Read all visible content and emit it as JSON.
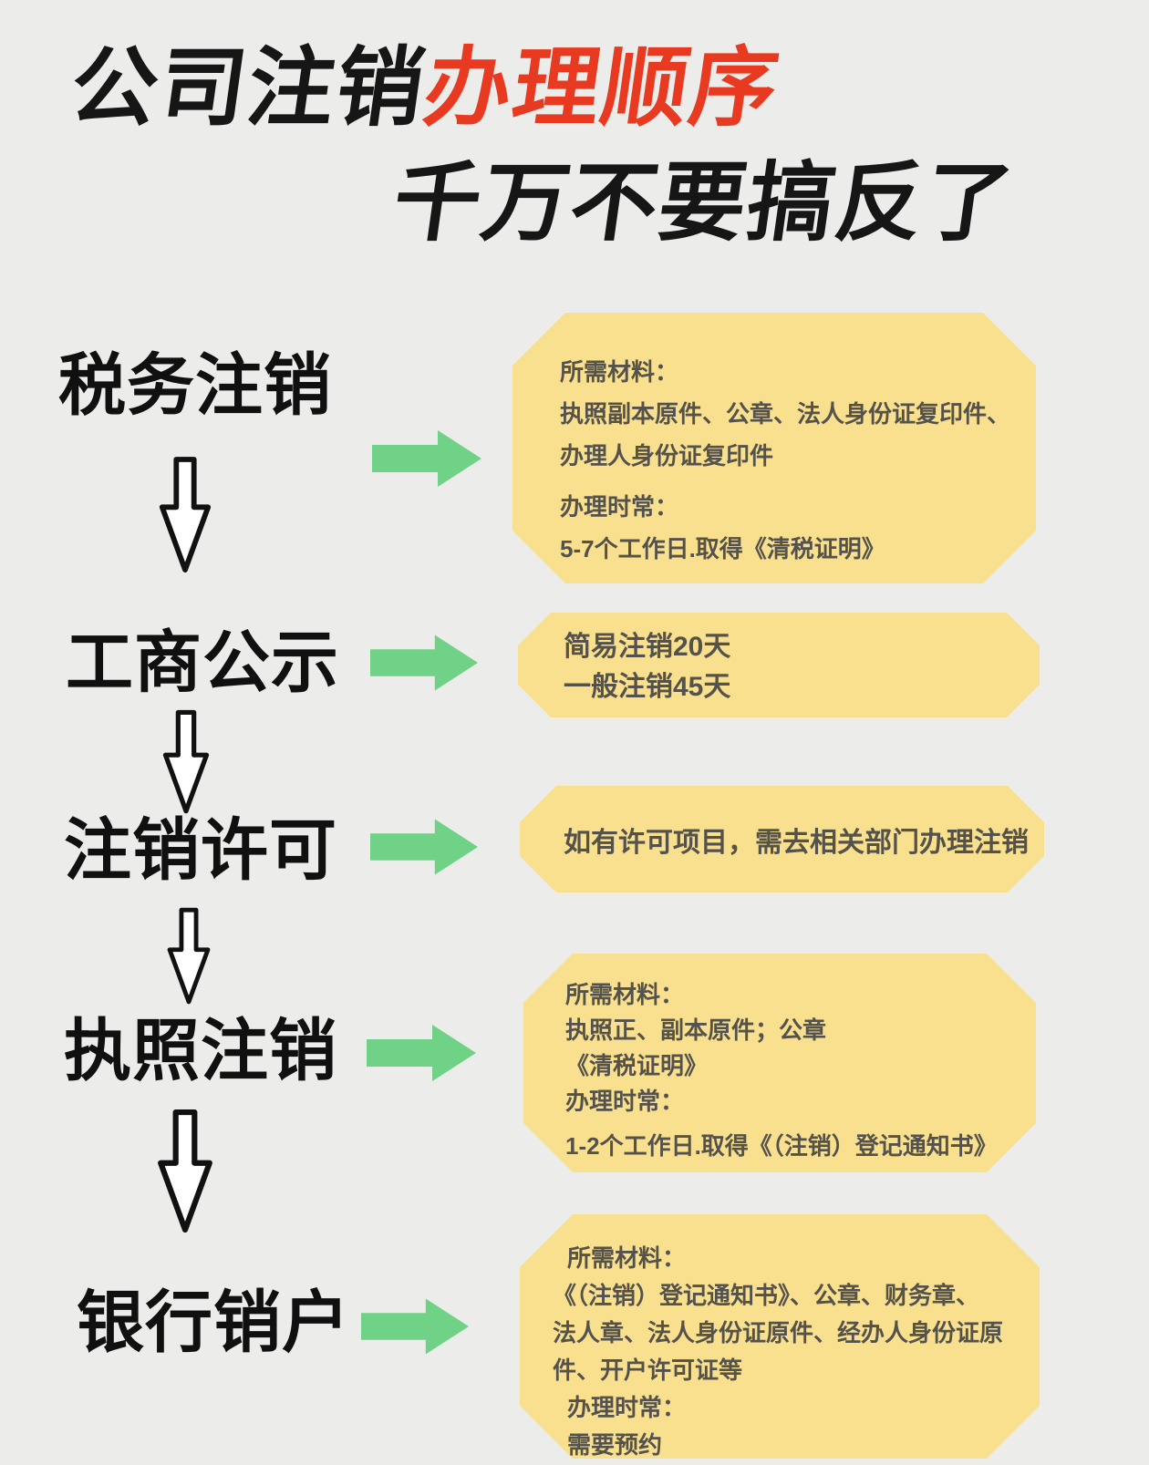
{
  "title": {
    "part_black": "公司注销",
    "part_red": "办理顺序",
    "line2": "千万不要搞反了"
  },
  "colors": {
    "background": "#ECECEA",
    "box_yellow": "#F8E08E",
    "arrow_green": "#6FD287",
    "title_red": "#E83A20",
    "step_text": "#101010",
    "box_text": "#55524C"
  },
  "icons": {
    "down_arrow": "down-arrow-icon",
    "right_arrow": "right-arrow-icon"
  },
  "steps": [
    {
      "label": "税务注销",
      "lines": [
        "所需材料：",
        "执照副本原件、公章、法人身份证复印件、",
        "办理人身份证复印件",
        "办理时常：",
        "5-7个工作日.取得《清税证明》"
      ]
    },
    {
      "label": "工商公示",
      "lines": [
        "简易注销20天",
        "一般注销45天"
      ]
    },
    {
      "label": "注销许可",
      "lines": [
        "如有许可项目，需去相关部门办理注销"
      ]
    },
    {
      "label": "执照注销",
      "lines": [
        "所需材料：",
        "执照正、副本原件；公章",
        "《清税证明》",
        "办理时常：",
        "1-2个工作日.取得《（注销）登记通知书》"
      ]
    },
    {
      "label": "银行销户",
      "lines": [
        "所需材料：",
        "《（注销）登记通知书》、公章、财务章、",
        "法人章、法人身份证原件、经办人身份证原",
        "件、开户许可证等",
        "办理时常：",
        "需要预约"
      ]
    }
  ]
}
